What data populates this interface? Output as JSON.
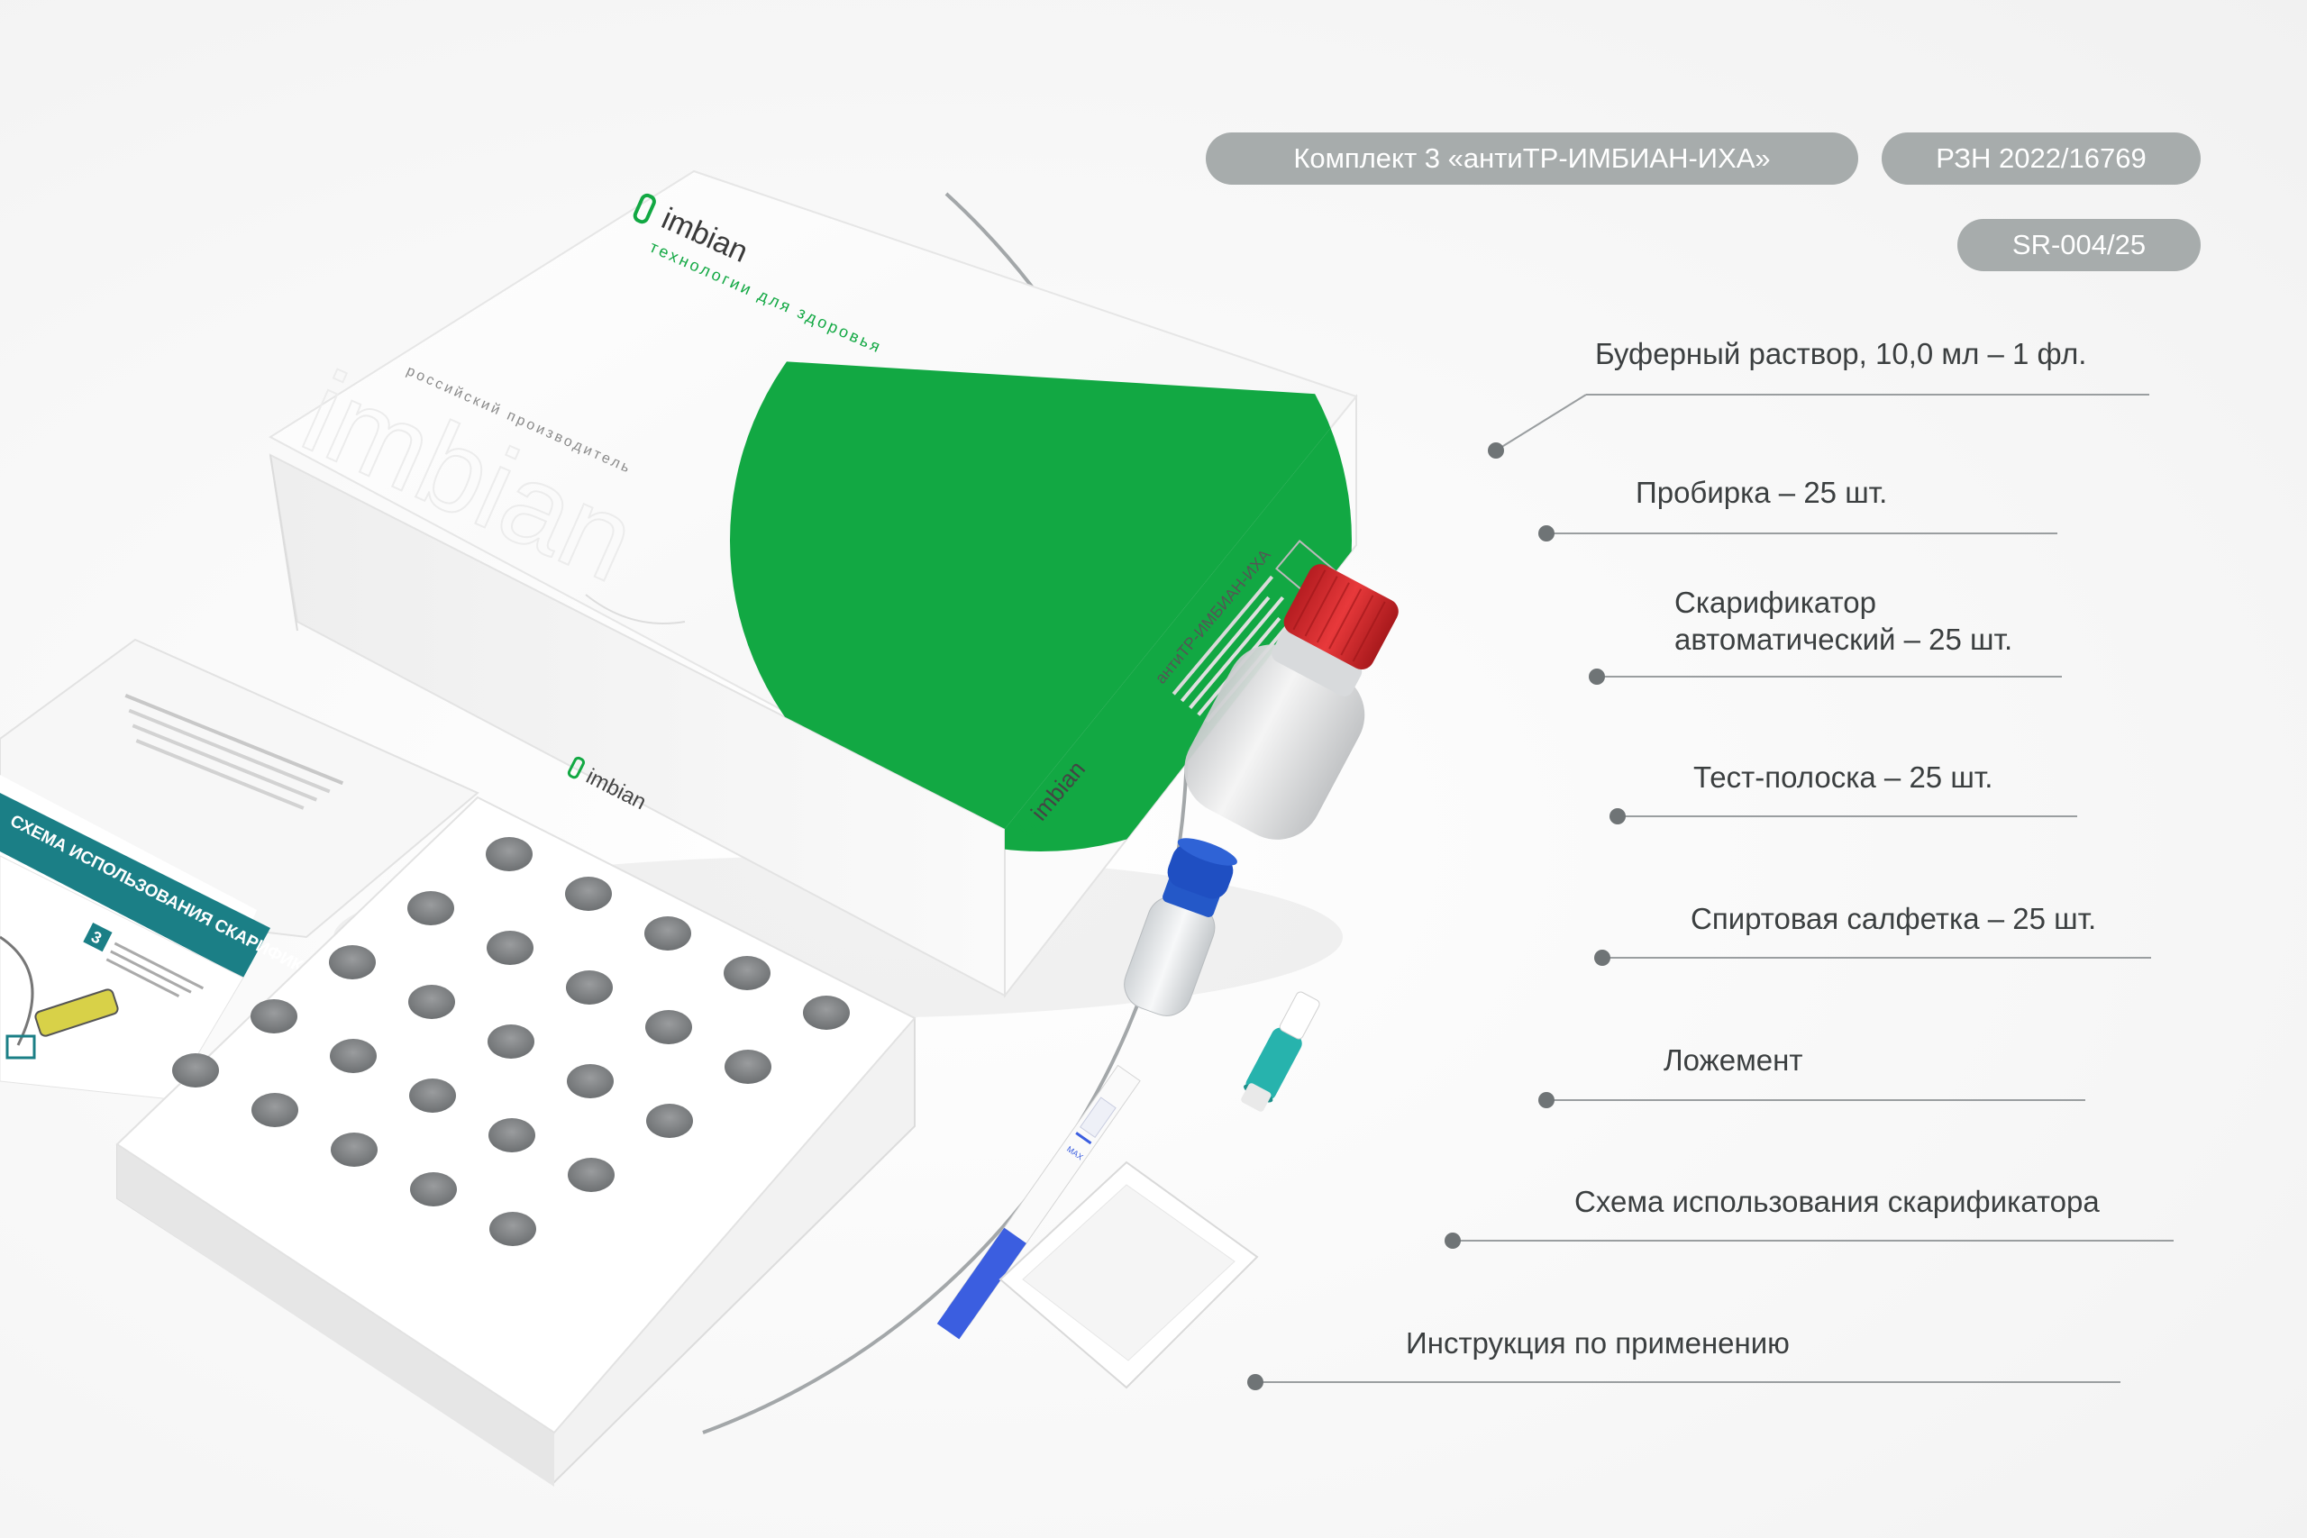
{
  "badges": {
    "kit_name": "Комплект 3 «антиТР-ИМБИАН-ИХА»",
    "registration": "РЗН 2022/16769",
    "spec": "SR-004/25"
  },
  "components": [
    {
      "label": "Буферный раствор, 10,0 мл – 1 фл."
    },
    {
      "label": "Пробирка – 25 шт."
    },
    {
      "label_line1": "Скарификатор",
      "label_line2": "автоматический – 25 шт."
    },
    {
      "label": "Тест-полоска – 25 шт."
    },
    {
      "label": "Спиртовая салфетка – 25 шт."
    },
    {
      "label": "Ложемент"
    },
    {
      "label": "Схема использования скарификатора"
    },
    {
      "label": "Инструкция по применению"
    }
  ],
  "box": {
    "brand": "imbian",
    "slogan": "технологии для здоровья",
    "origin": "российский производитель",
    "watermark": "imbian",
    "side_title": "антиТР-ИМБИАН-ИХА"
  },
  "leaflet": {
    "heading": "СХЕМА ИСПОЛЬЗОВАНИЯ СКАРИФИКАТОРА",
    "step_number": "3"
  },
  "strip": {
    "marker": "MAX"
  },
  "colors": {
    "brand_green": "#12a843",
    "badge_gray": "#a7acac",
    "bottle_cap_red": "#d8262b",
    "tube_cap_blue": "#1f4fc2",
    "lancet_teal": "#27b3ad",
    "strip_blue": "#3b5ee0",
    "leaflet_teal": "#1b7f86"
  }
}
